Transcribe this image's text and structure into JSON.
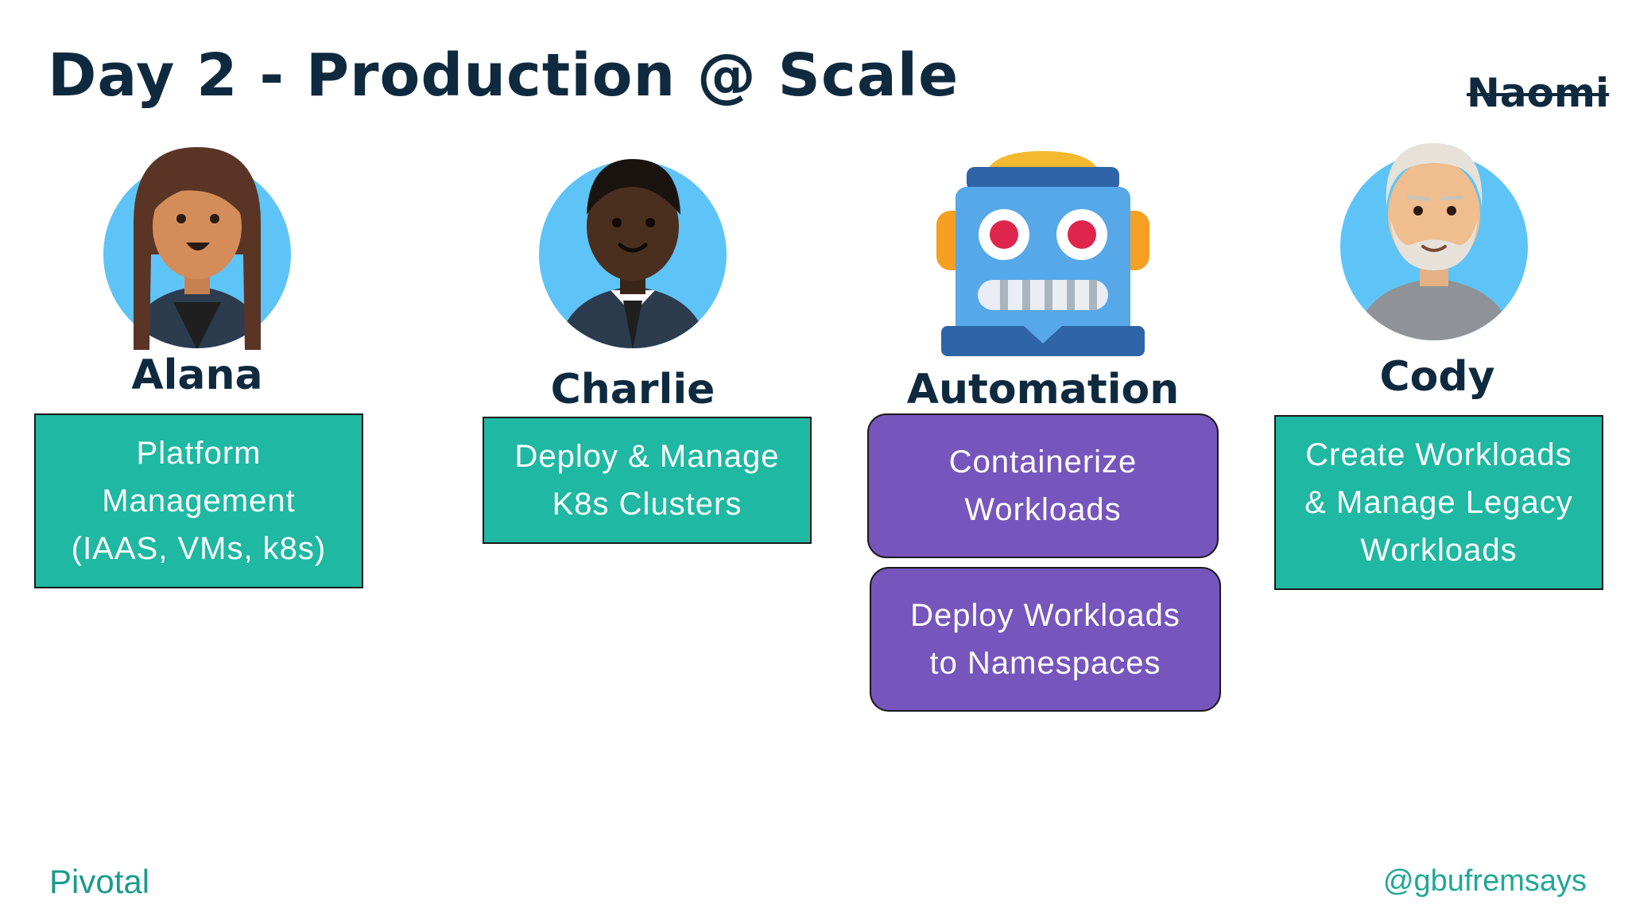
{
  "slide": {
    "title": "Day 2 - Production @ Scale",
    "struck_name": "Naomi"
  },
  "personas": [
    {
      "name": "Alana",
      "avatar_icon": "woman-avatar-icon",
      "lines": [
        "Platform",
        "Management",
        "(IAAS, VMs, k8s)"
      ]
    },
    {
      "name": "Charlie",
      "avatar_icon": "man-avatar-icon",
      "lines": [
        "Deploy & Manage",
        "K8s Clusters"
      ]
    },
    {
      "name": "Automation",
      "avatar_icon": "robot-icon",
      "boxes": [
        {
          "lines": [
            "Containerize",
            "Workloads"
          ]
        },
        {
          "lines": [
            "Deploy Workloads",
            "to Namespaces"
          ]
        }
      ]
    },
    {
      "name": "Cody",
      "avatar_icon": "bearded-man-avatar-icon",
      "lines": [
        "Create Workloads",
        "& Manage Legacy",
        "Workloads"
      ]
    }
  ],
  "footer": {
    "logo": "Pivotal",
    "handle": "@gbufremsays"
  },
  "colors": {
    "teal_box": "#1fb8a2",
    "purple_box": "#7656bd",
    "avatar_bg": "#5ec4f7",
    "title_text": "#0f2a3f",
    "logo": "#1a9b8c"
  }
}
